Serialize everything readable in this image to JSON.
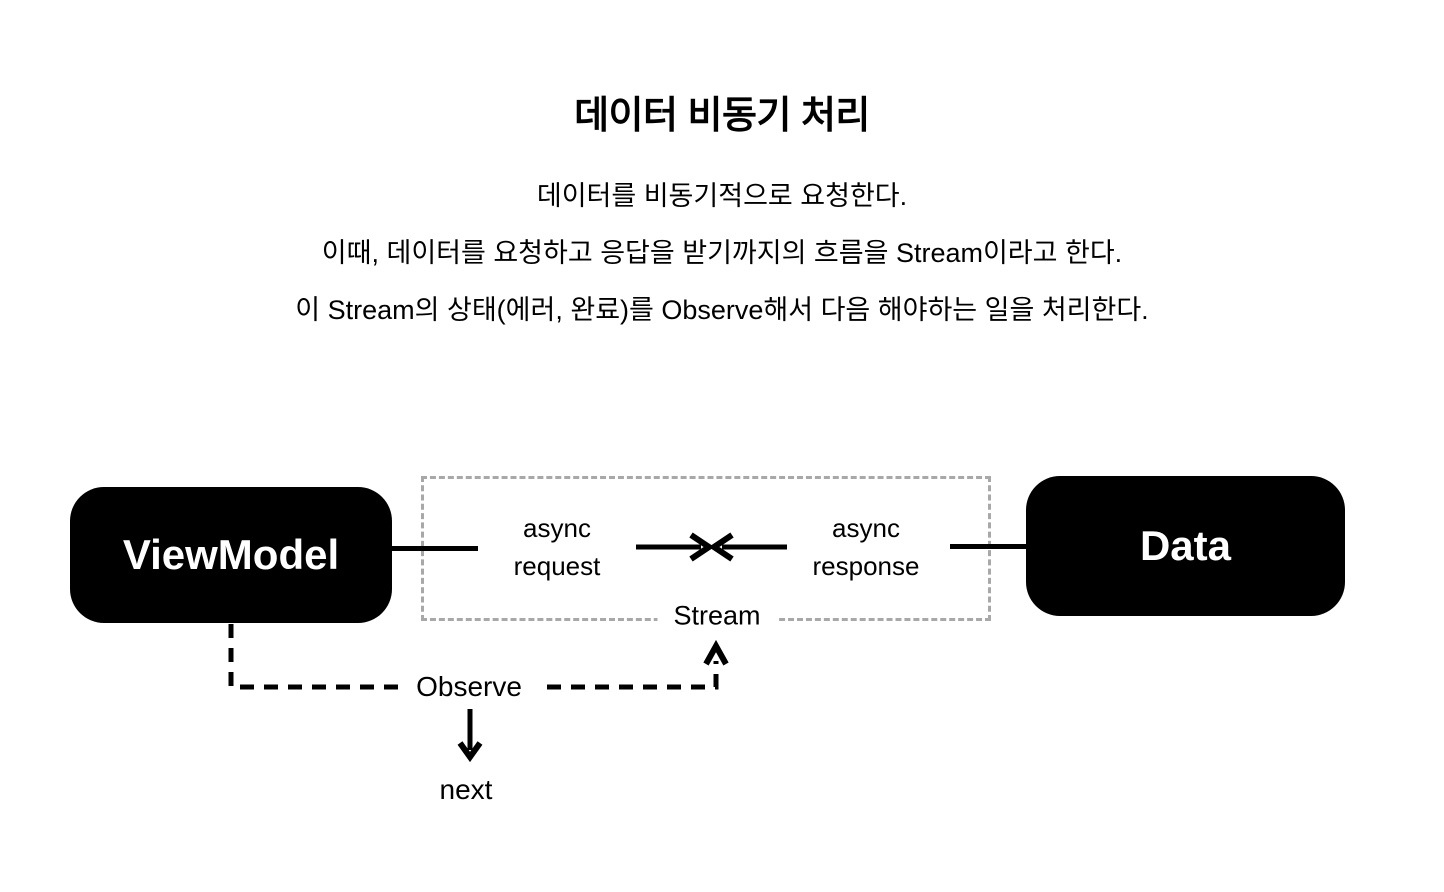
{
  "title": "데이터 비동기 처리",
  "description": {
    "line1": "데이터를 비동기적으로 요청한다.",
    "line2": "이때, 데이터를 요청하고 응답을 받기까지의 흐름을 Stream이라고 한다.",
    "line3": "이 Stream의 상태(에러, 완료)를 Observe해서 다음 해야하는 일을 처리한다."
  },
  "diagram": {
    "viewmodel_box": {
      "label": "ViewModel"
    },
    "data_box": {
      "label": "Data"
    },
    "stream_container": {
      "label": "Stream"
    },
    "async_request": {
      "line1": "async",
      "line2": "request"
    },
    "async_response": {
      "line1": "async",
      "line2": "response"
    },
    "observe_label": "Observe",
    "next_label": "next"
  },
  "colors": {
    "background": "#ffffff",
    "box_background": "#000000",
    "box_text": "#ffffff",
    "body_text": "#000000",
    "dashed_border": "#a8a8a8",
    "arrow": "#000000"
  }
}
